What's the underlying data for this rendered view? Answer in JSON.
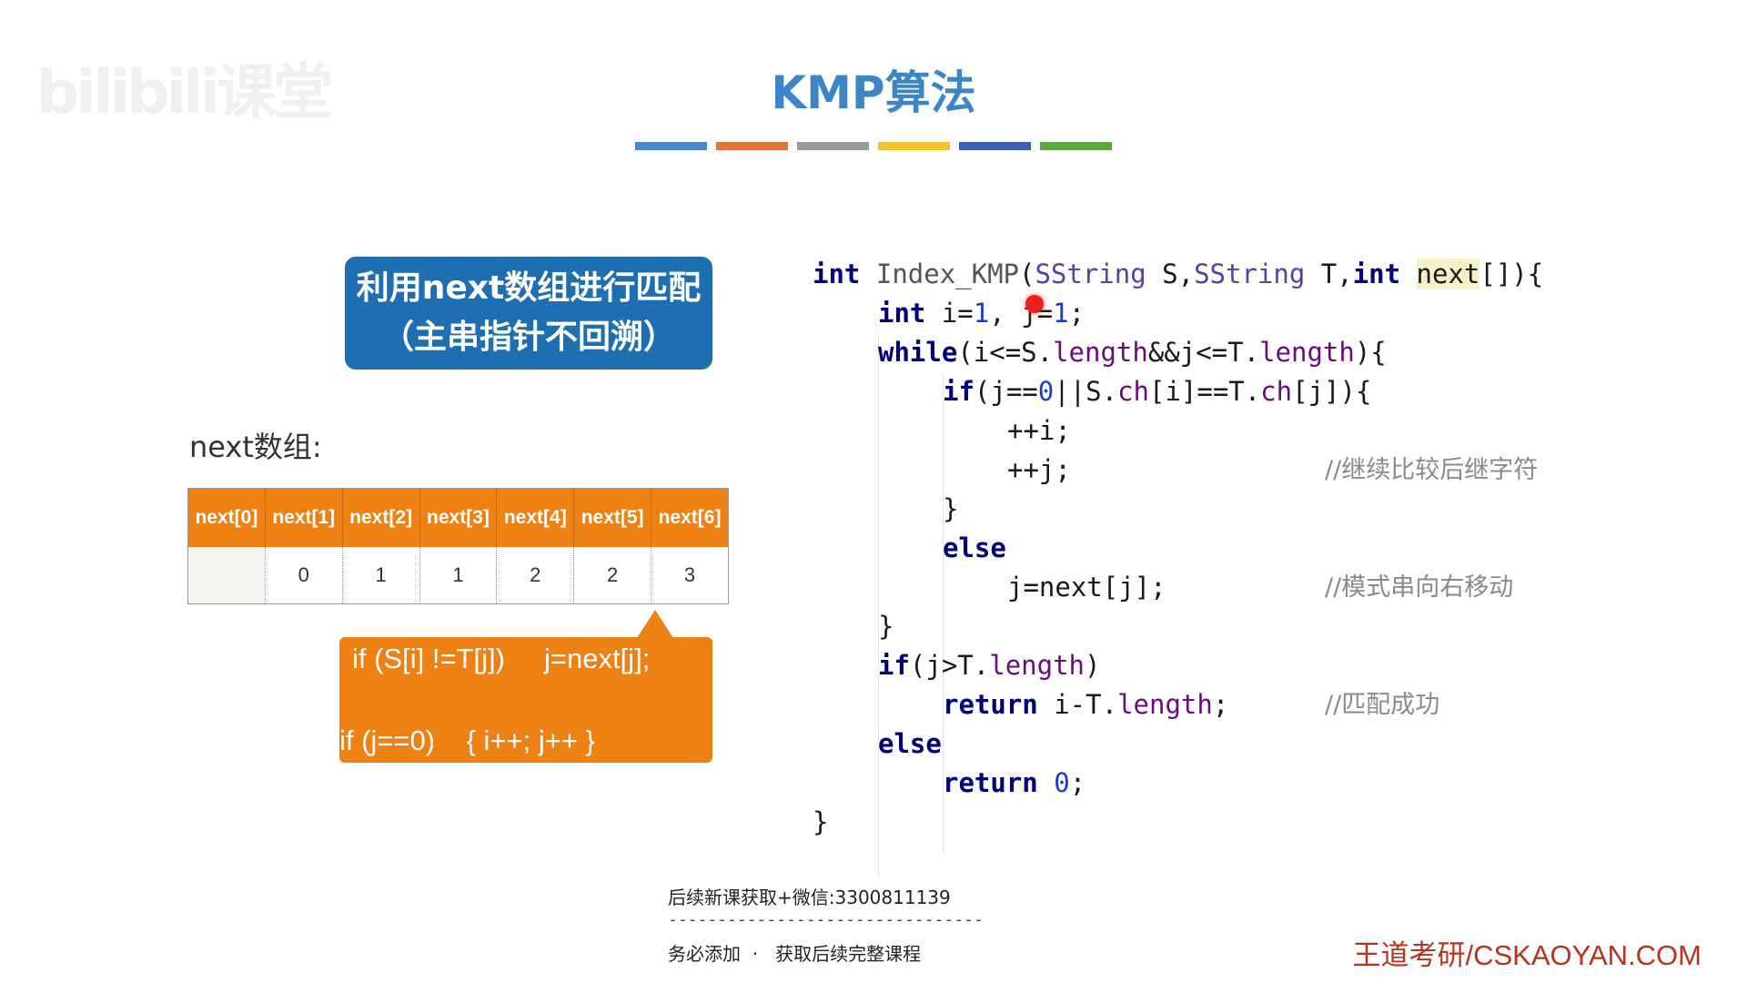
{
  "watermark": "bilibili课堂",
  "title": "KMP算法",
  "color_bar": [
    "#4a86c8",
    "#e0743a",
    "#9a9a9a",
    "#f2c330",
    "#3b62b0",
    "#5aaa3e"
  ],
  "callout_blue": {
    "line1": "利用next数组进行匹配",
    "line2": "（主串指针不回溯）"
  },
  "next_label": "next数组:",
  "next_table": {
    "headers": [
      "next[0]",
      "next[1]",
      "next[2]",
      "next[3]",
      "next[4]",
      "next[5]",
      "next[6]"
    ],
    "values": [
      "",
      "0",
      "1",
      "1",
      "2",
      "2",
      "3"
    ]
  },
  "callout_orange": {
    "line1": "if (S[i] !=T[j])     j=next[j];",
    "line2": "if (j==0)    { i++; j++ }"
  },
  "code": {
    "l1": {
      "int": "int",
      "fn": "Index_KMP",
      "p1": "(",
      "t1": "SString",
      "p2": " S,",
      "t2": "SString",
      "p3": " T,",
      "int2": "int",
      "sp": " ",
      "next": "next",
      "end": "[]){"
    },
    "l2": {
      "int": "int",
      "a": " i=",
      "n1": "1",
      "b": ", j=",
      "n2": "1",
      "c": ";"
    },
    "l3": {
      "kw": "while",
      "a": "(i<=S.",
      "f1": "length",
      "b": "&&j<=T.",
      "f2": "length",
      "c": "){"
    },
    "l4": {
      "kw": "if",
      "a": "(j==",
      "n": "0",
      "b": "||S.",
      "f1": "ch",
      "c": "[i]==T.",
      "f2": "ch",
      "d": "[j]){"
    },
    "l5": {
      "text": "++i;"
    },
    "l6": {
      "text": "++j;",
      "comment": "//继续比较后继字符"
    },
    "l7": {
      "text": "}"
    },
    "l8": {
      "kw": "else"
    },
    "l9": {
      "text": "j=next[j];",
      "comment": "//模式串向右移动"
    },
    "l10": {
      "text": "}"
    },
    "l11": {
      "kw": "if",
      "a": "(j>T.",
      "f": "length",
      "b": ")"
    },
    "l12": {
      "kw": "return",
      "a": " i-T.",
      "f": "length",
      "b": ";",
      "comment": "//匹配成功"
    },
    "l13": {
      "kw": "else"
    },
    "l14": {
      "kw": "return",
      "a": " ",
      "n": "0",
      "b": ";"
    },
    "l15": {
      "text": "}"
    }
  },
  "promo": {
    "line1": "后续新课获取+微信:3300811139",
    "dashes": "--------------------------------",
    "line2": "务必添加  ·   获取后续完整课程"
  },
  "brand": "王道考研/CSKAOYAN.COM"
}
